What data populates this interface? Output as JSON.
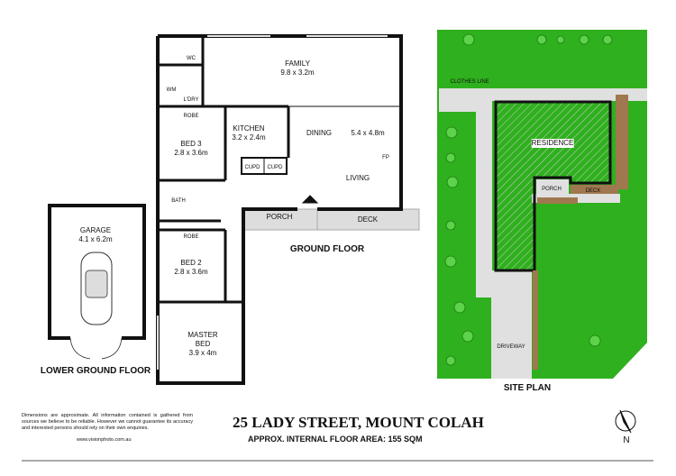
{
  "rooms": {
    "family": {
      "name": "FAMILY",
      "dim": "9.8 x 3.2m"
    },
    "wc": "WC",
    "wm": "WM",
    "ldry": "L'DRY",
    "robe1": "ROBE",
    "robe2": "ROBE",
    "kitchen": {
      "name": "KITCHEN",
      "dim": "3.2 x 2.4m"
    },
    "dining": "DINING",
    "living_dim": "5.4 x 4.8m",
    "living": "LIVING",
    "fp": "FP",
    "bed3": {
      "name": "BED 3",
      "dim": "2.8 x 3.6m"
    },
    "cupd1": "CUPD",
    "cupd2": "CUPD",
    "bath": "BATH",
    "porch": "PORCH",
    "deck": "DECK",
    "bed2": {
      "name": "BED 2",
      "dim": "2.8 x 3.6m"
    },
    "master": {
      "name": "MASTER",
      "name2": "BED",
      "dim": "3.9 x 4m"
    },
    "garage": {
      "name": "GARAGE",
      "dim": "4.1 x 6.2m"
    }
  },
  "labels": {
    "ground_floor": "GROUND FLOOR",
    "lower_ground_floor": "LOWER GROUND FLOOR",
    "site_plan": "SITE PLAN"
  },
  "site": {
    "residence": "RESIDENCE",
    "porch": "PORCH",
    "deck": "DECK",
    "driveway": "DRIVEWAY",
    "clothes_line": "CLOTHES LINE"
  },
  "footer": {
    "disclaimer": "Dimensions are approximate. All information contained is gathered from sources we believe to be reliable. However we cannot guarantee its accuracy and interested persons should rely on their own enquiries.",
    "url": "www.visionphoto.com.au",
    "address": "25 LADY STREET, MOUNT COLAH",
    "area": "APPROX. INTERNAL FLOOR AREA: 155 SQM",
    "north": "N"
  },
  "colors": {
    "lawn": "#2fb01e",
    "path": "#e0e0e0",
    "deck": "#a0784f",
    "wall": "#111111"
  }
}
